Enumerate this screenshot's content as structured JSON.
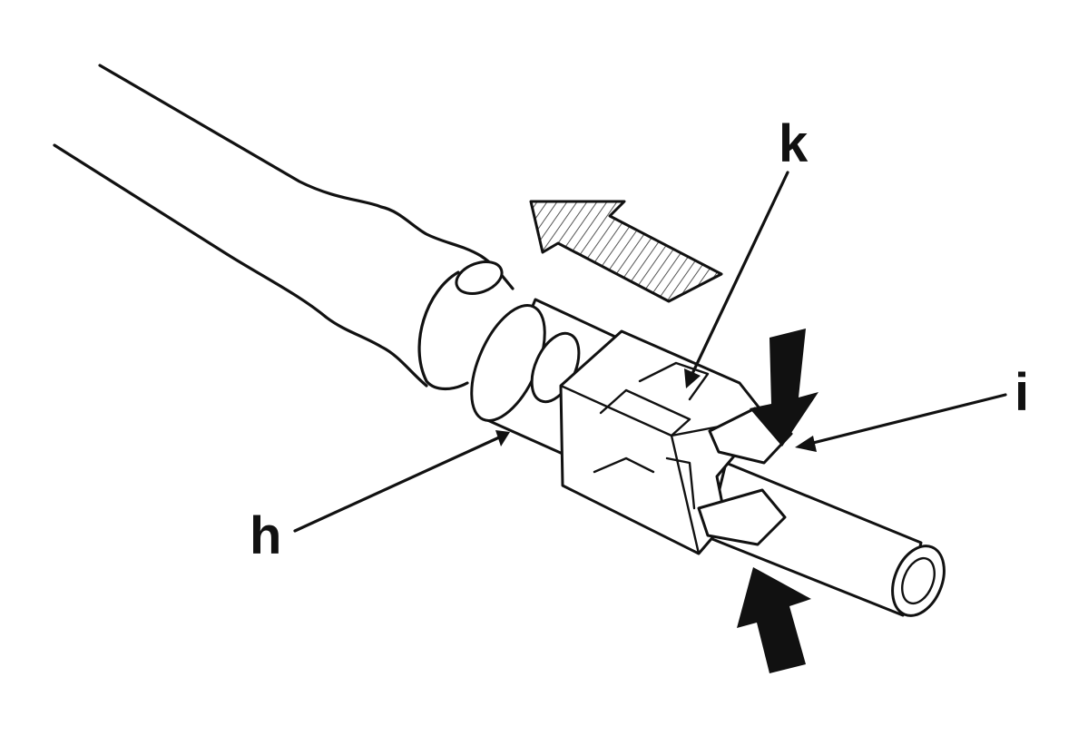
{
  "diagram": {
    "labels": {
      "k": "k",
      "i": "i",
      "h": "h"
    },
    "icons": {
      "direction_arrow": "hatched-arrow-icon",
      "squeeze_arrows": "solid-arrow-icon"
    },
    "colors": {
      "ink": "#111111",
      "background": "#ffffff",
      "hatch": "#555555"
    }
  }
}
